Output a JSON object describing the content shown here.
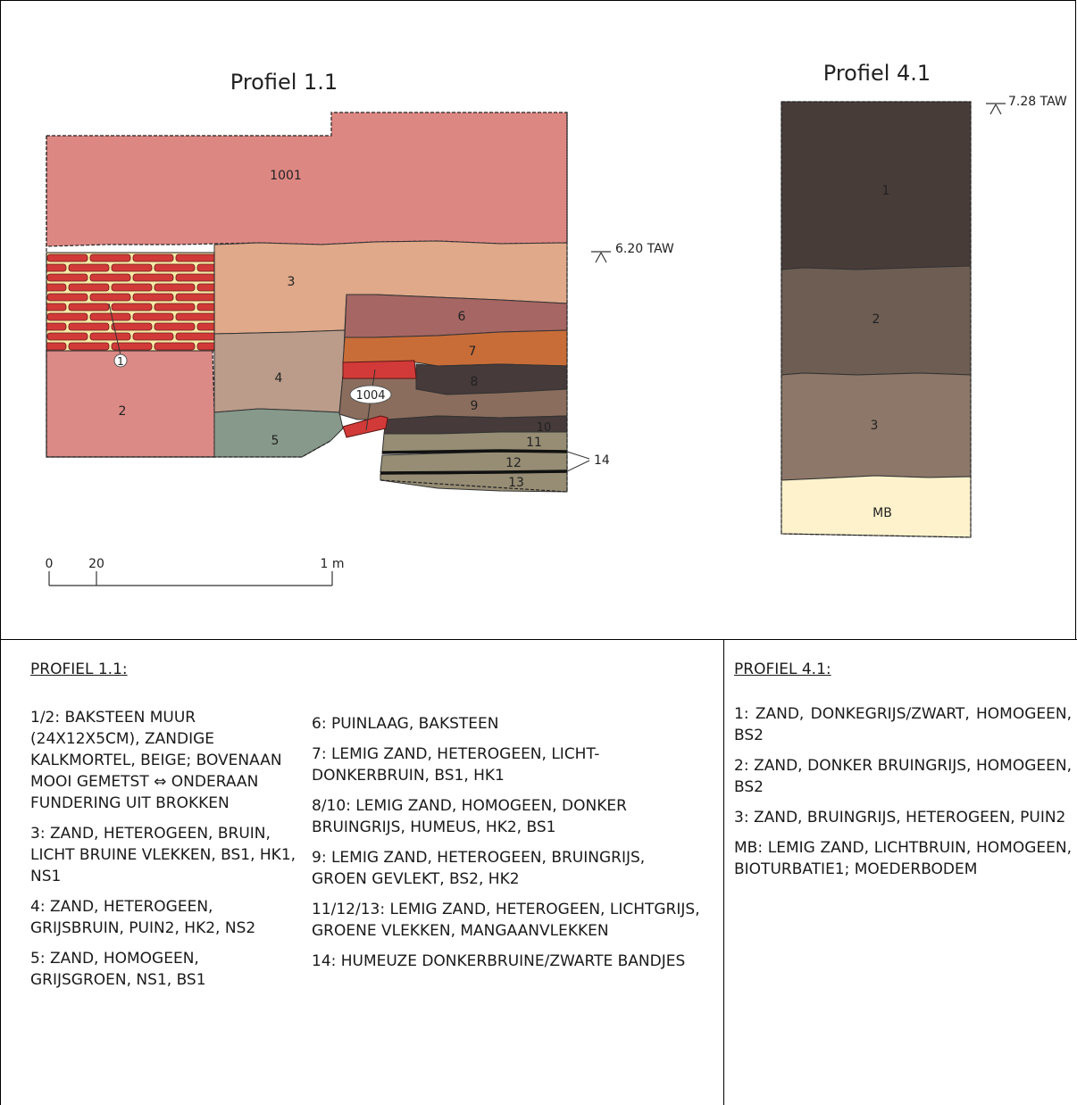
{
  "profile_1_1": {
    "title": "Profiel 1.1",
    "level": "6.20 TAW",
    "layers": {
      "l1001": "1001",
      "l1": "1",
      "l2": "2",
      "l3": "3",
      "l4": "4",
      "l5": "5",
      "l6": "6",
      "l7": "7",
      "l8": "8",
      "l9": "9",
      "l10": "10",
      "l11": "11",
      "l12": "12",
      "l13": "13",
      "l14": "14",
      "l1004": "1004"
    },
    "scale": {
      "zero": "0",
      "twenty": "20",
      "one_m": "1 m"
    }
  },
  "profile_4_1": {
    "title": "Profiel 4.1",
    "level": "7.28 TAW",
    "layers": {
      "l1": "1",
      "l2": "2",
      "l3": "3",
      "mb": "MB"
    }
  },
  "legend_1_1": {
    "heading": "PROFIEL 1.1:",
    "left": [
      "1/2: BAKSTEEN MUUR (24X12X5CM), ZANDIGE KALKMORTEL, BEIGE; BOVENAAN MOOI GEMETST ⇔ ONDERAAN FUNDERING UIT BROKKEN",
      "3: ZAND, HETEROGEEN, BRUIN, LICHT BRUINE VLEKKEN, BS1, HK1, NS1",
      "4: ZAND, HETEROGEEN, GRIJSBRUIN, PUIN2, HK2, NS2",
      "5: ZAND, HOMOGEEN, GRIJSGROEN, NS1, BS1"
    ],
    "right": [
      "6: PUINLAAG, BAKSTEEN",
      "7: LEMIG ZAND, HETEROGEEN, LICHT-DONKERBRUIN, BS1, HK1",
      "8/10: LEMIG ZAND, HOMOGEEN, DONKER BRUINGRIJS, HUMEUS, HK2, BS1",
      "9: LEMIG ZAND, HETEROGEEN, BRUINGRIJS, GROEN GEVLEKT, BS2, HK2",
      "11/12/13: LEMIG ZAND, HETEROGEEN, LICHTGRIJS, GROENE VLEKKEN, MANGAANVLEKKEN",
      "14: HUMEUZE DONKERBRUINE/ZWARTE BANDJES"
    ]
  },
  "legend_4_1": {
    "heading": "PROFIEL 4.1:",
    "items": [
      "1: ZAND, DONKEGRIJS/ZWART, HOMOGEEN, BS2",
      "2: ZAND, DONKER BRUINGRIJS, HOMOGEEN, BS2",
      "3: ZAND, BRUINGRIJS, HETEROGEEN, PUIN2",
      "MB: LEMIG ZAND, LICHTBRUIN, HOMOGEEN, BIOTURBATIE1; MOEDERBODEM"
    ]
  },
  "colors": {
    "c1001": "#dd8783",
    "c2": "#db8a86",
    "c3": "#dfa98a",
    "c4": "#bb9c8a",
    "c5": "#87998a",
    "c6": "#a66663",
    "c7": "#c96d38",
    "c8": "#463a3a",
    "c9": "#8b6d5d",
    "c11": "#968d74",
    "brick": "#d13a38",
    "mortar": "#f6eaa6",
    "p41_1": "#483c39",
    "p41_2": "#6d5d52",
    "p41_3": "#8c7769",
    "p41_mb": "#fdf2cc"
  }
}
